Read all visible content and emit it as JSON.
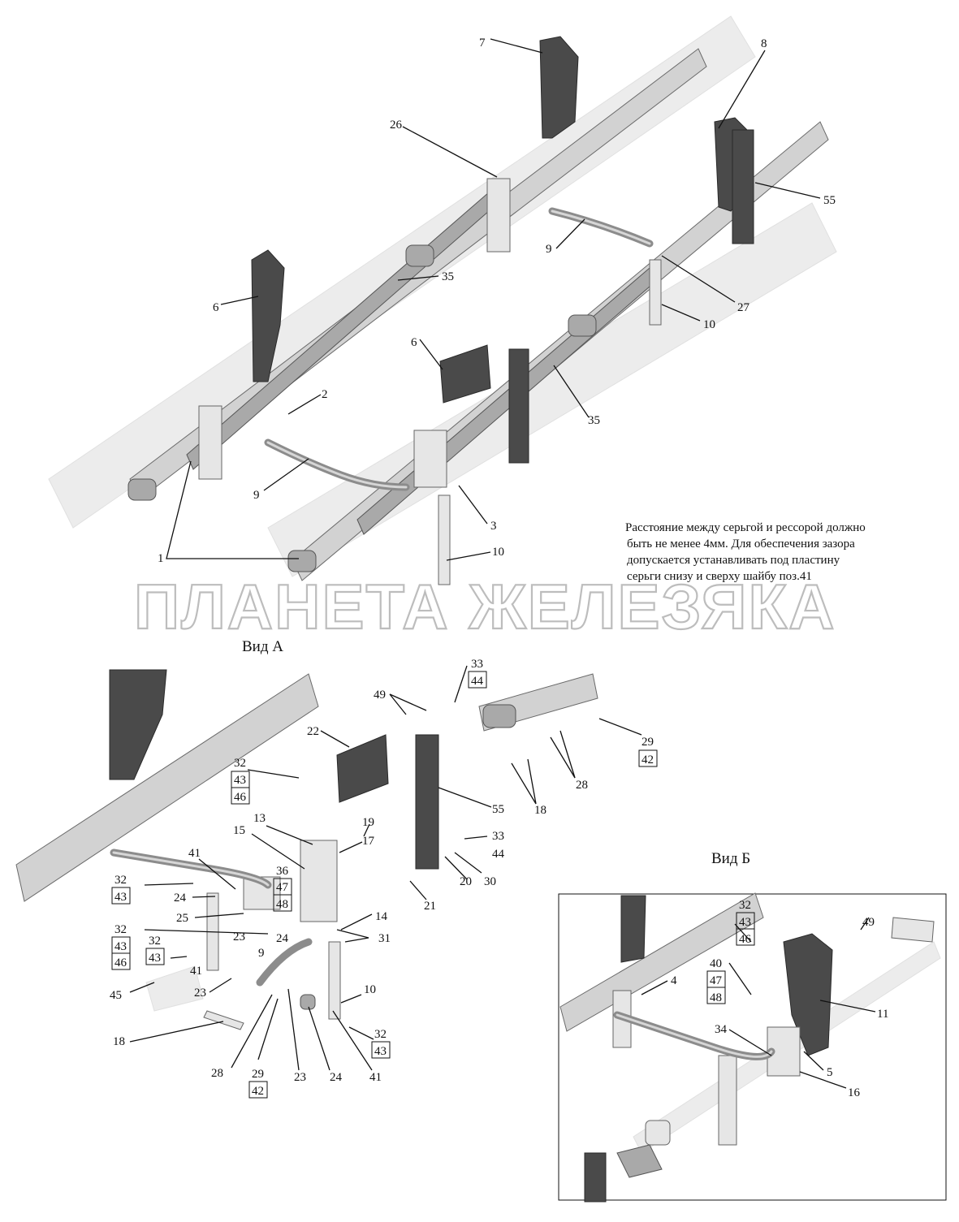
{
  "note_lines": [
    "Расстояние между серьгой и рессорой должно",
    "быть не менее 4мм. Для обеспечения зазора",
    "допускается устанавливать под пластину",
    "серьги снизу и сверху шайбу поз.41"
  ],
  "watermark": "ПЛАНЕТА ЖЕЛЕЗЯКА",
  "view_a": "Вид А",
  "view_b": "Вид Б",
  "callouts": {
    "top": [
      "7",
      "8",
      "26",
      "55",
      "9",
      "27",
      "6",
      "35",
      "10",
      "2",
      "6",
      "35",
      "9",
      "3",
      "10",
      "1"
    ],
    "view_a": [
      "33",
      "44",
      "49",
      "29",
      "42",
      "22",
      "28",
      "32",
      "43",
      "46",
      "55",
      "18",
      "13",
      "19",
      "15",
      "17",
      "33",
      "44",
      "41",
      "20",
      "30",
      "36",
      "32",
      "43",
      "47",
      "48",
      "24",
      "21",
      "25",
      "14",
      "32",
      "43",
      "23",
      "31",
      "46",
      "24",
      "32",
      "43",
      "9",
      "10",
      "41",
      "45",
      "23",
      "32",
      "43",
      "18",
      "28",
      "29",
      "42",
      "23",
      "24",
      "41"
    ],
    "view_b": [
      "32",
      "43",
      "46",
      "49",
      "40",
      "47",
      "48",
      "4",
      "11",
      "34",
      "5",
      "16"
    ]
  }
}
